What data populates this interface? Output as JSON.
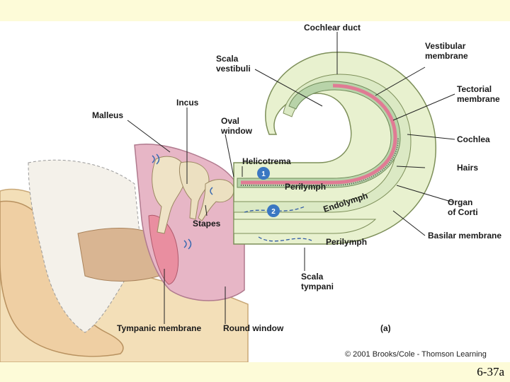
{
  "labels": {
    "cochlear_duct": "Cochlear duct",
    "scala_vestibuli_1": "Scala",
    "scala_vestibuli_2": "vestibuli",
    "vestibular_membrane_1": "Vestibular",
    "vestibular_membrane_2": "membrane",
    "incus": "Incus",
    "malleus": "Malleus",
    "oval_window_1": "Oval",
    "oval_window_2": "window",
    "tectorial_membrane_1": "Tectorial",
    "tectorial_membrane_2": "membrane",
    "cochlea": "Cochlea",
    "helicotrema": "Helicotrema",
    "hairs": "Hairs",
    "perilymph_top": "Perilymph",
    "endolymph": "Endolymph",
    "organ_of_corti_1": "Organ",
    "organ_of_corti_2": "of Corti",
    "stapes": "Stapes",
    "basilar_membrane": "Basilar membrane",
    "perilymph_bottom": "Perilymph",
    "scala_tympani_1": "Scala",
    "scala_tympani_2": "tympani",
    "tympanic_membrane": "Tympanic membrane",
    "round_window": "Round window",
    "panel": "(a)",
    "marker_1": "1",
    "marker_2": "2"
  },
  "copyright": "© 2001 Brooks/Cole - Thomson Learning",
  "slide_number": "6-37a"
}
